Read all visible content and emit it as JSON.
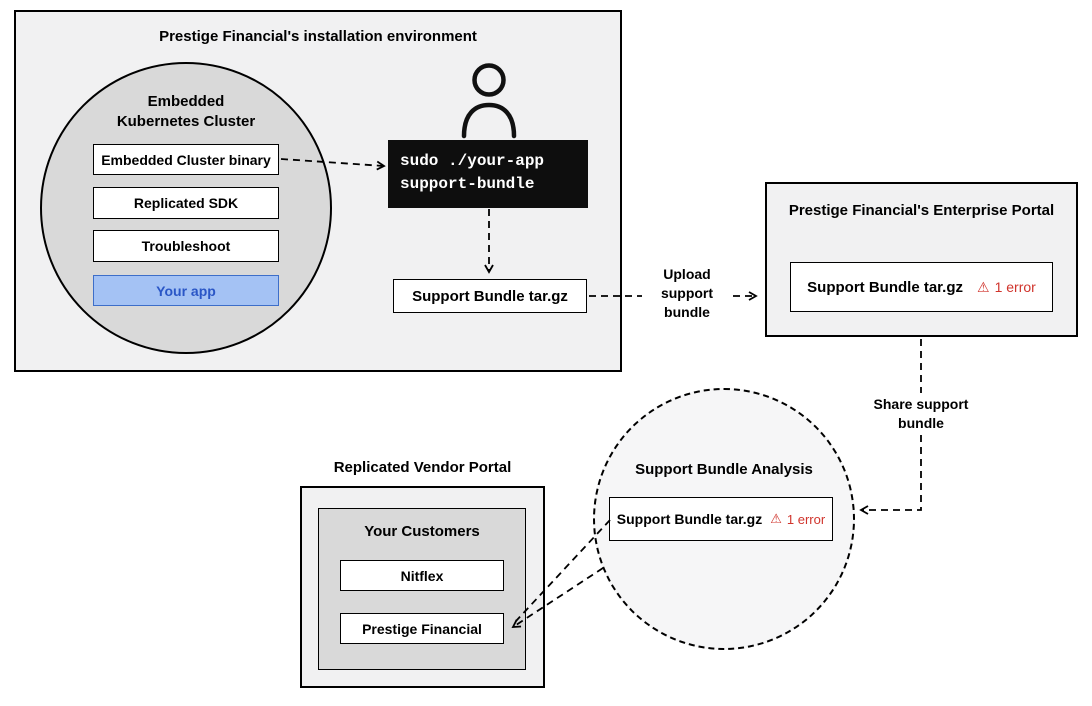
{
  "installation_env": {
    "title": "Prestige Financial's installation environment",
    "cluster": {
      "title": "Embedded\nKubernetes Cluster",
      "items": [
        "Embedded Cluster binary",
        "Replicated SDK",
        "Troubleshoot",
        "Your app"
      ]
    },
    "terminal": {
      "command": "sudo ./your-app\nsupport-bundle"
    },
    "bundle_label": "Support Bundle tar.gz"
  },
  "connectors": {
    "upload_label": "Upload\nsupport\nbundle",
    "share_label": "Share support\nbundle"
  },
  "enterprise_portal": {
    "title": "Prestige Financial's Enterprise Portal",
    "bundle_label": "Support Bundle tar.gz",
    "warning_icon": "⚠",
    "error_text": "1 error"
  },
  "analysis": {
    "title": "Support Bundle Analysis",
    "bundle_label": "Support Bundle tar.gz",
    "warning_icon": "⚠",
    "error_text": "1 error"
  },
  "vendor_portal": {
    "title": "Replicated Vendor Portal",
    "customers_title": "Your Customers",
    "customers": [
      "Nitflex",
      "Prestige Financial"
    ]
  },
  "colors": {
    "box_bg": "#f1f1f2",
    "circle_bg": "#d9d9d9",
    "analysis_bg": "#f6f6f7",
    "app_bg": "#a4c2f4",
    "app_border": "#3d6ec9",
    "app_text": "#2a56c6",
    "error_red": "#d0342c",
    "terminal_bg": "#0e0e0e"
  }
}
